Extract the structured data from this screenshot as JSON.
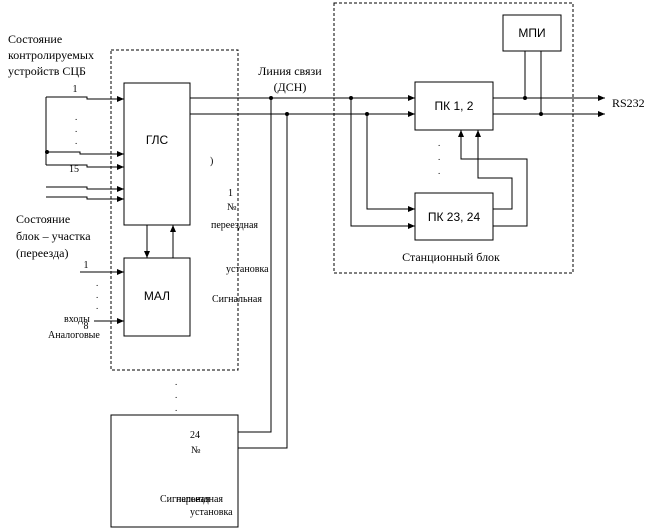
{
  "labels": {
    "state_devices_line1": "Состояние",
    "state_devices_line2": "контролируемых",
    "state_devices_line3": "устройств СЦБ",
    "input_first": "1",
    "input_last": "15",
    "block_state_line1": "Состояние",
    "block_state_line2": "блок – участка",
    "block_state_line3": "(переезда)",
    "analog_first": "1",
    "analog_last": "8",
    "analog_inputs_line1": "входы",
    "analog_inputs_line2": "Аналоговые",
    "comm_line_line1": "Линия связи",
    "comm_line_line2": "(ДСН)",
    "rs232": "RS232",
    "station_block": "Станционный блок"
  },
  "blocks": {
    "gls": "ГЛС",
    "mal": "МАЛ",
    "pk12": "ПК 1, 2",
    "pk2324": "ПК 23, 24",
    "mpi": "МПИ"
  },
  "install1": {
    "num": "1",
    "no": "№",
    "word1": "переездная",
    "word2": "установка",
    "word3": "Сигнальная",
    "paren": ")"
  },
  "install24": {
    "num": "24",
    "no": "№",
    "word1": "Сигнальная",
    "word2": "переездная",
    "word3": "установка"
  }
}
